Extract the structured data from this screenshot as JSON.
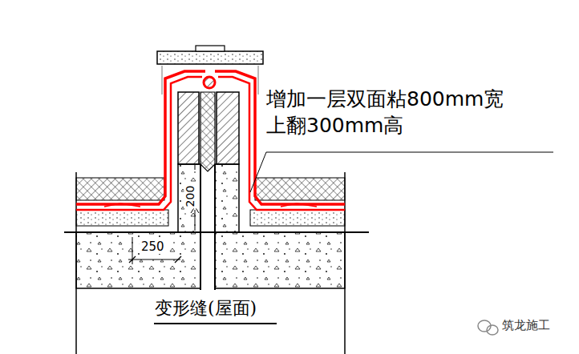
{
  "diagram": {
    "title": "变形缝(屋面)",
    "labels": [
      "增加一层双面粘800mm宽 上翻300mm高",
      "250",
      "200",
      "筑龙施工"
    ]
  }
}
